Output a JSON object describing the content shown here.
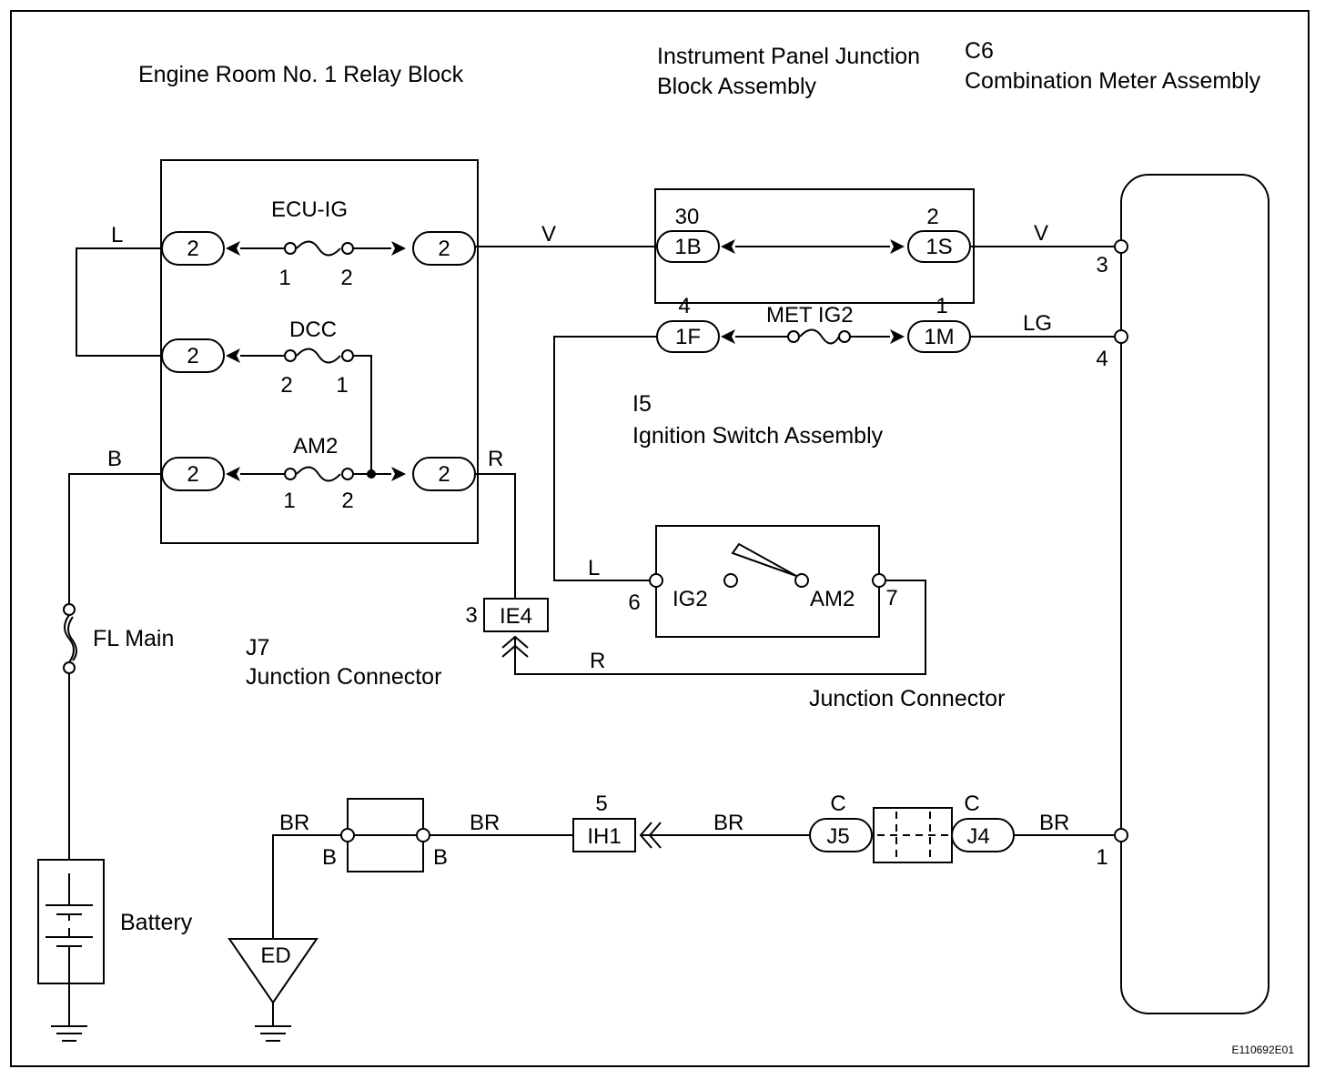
{
  "components": {
    "relay_block": "Engine Room No. 1 Relay Block",
    "ip_junction_line1": "Instrument Panel Junction",
    "ip_junction_line2": "Block Assembly",
    "meter_code": "C6",
    "meter_name": "Combination Meter Assembly",
    "ignition_code": "I5",
    "ignition_name": "Ignition Switch Assembly",
    "j7_code": "J7",
    "j7_name": "Junction Connector",
    "junction_connector": "Junction Connector",
    "fl_main": "FL Main",
    "battery": "Battery",
    "ground_code": "ED",
    "figure_id": "E110692E01"
  },
  "fuses": {
    "ecu_ig": "ECU-IG",
    "dcc": "DCC",
    "am2": "AM2",
    "met_ig2": "MET IG2"
  },
  "pins": {
    "relay_ecu_left": "2",
    "relay_ecu_right": "2",
    "relay_dcc_left": "2",
    "relay_am2_left": "2",
    "relay_am2_right": "2",
    "ecu_fuse_a": "1",
    "ecu_fuse_b": "2",
    "dcc_fuse_a": "2",
    "dcc_fuse_b": "1",
    "am2_fuse_a": "1",
    "am2_fuse_b": "2",
    "ip_1b": "1B",
    "ip_1b_num": "30",
    "ip_1s": "1S",
    "ip_1s_num": "2",
    "ip_1f": "1F",
    "ip_1f_num": "4",
    "ip_1m": "1M",
    "ip_1m_num": "1",
    "meter_3": "3",
    "meter_4": "4",
    "meter_1": "1",
    "ie4": "IE4",
    "ie4_num": "3",
    "ign_6": "6",
    "ign_7": "7",
    "ign_ig2": "IG2",
    "ign_am2": "AM2",
    "ih1": "IH1",
    "ih1_num": "5",
    "j5": "J5",
    "j5_c": "C",
    "j4": "J4",
    "j4_c": "C",
    "gnd_b_left": "B",
    "gnd_b_right": "B"
  },
  "wires": {
    "l_left": "L",
    "b_left": "B",
    "v_top": "V",
    "v_meter": "V",
    "lg_meter": "LG",
    "r_am2": "R",
    "l_ign": "L",
    "r_bottom": "R",
    "br_ground": "BR",
    "br_mid": "BR",
    "br_ih1": "BR",
    "br_meter": "BR"
  }
}
